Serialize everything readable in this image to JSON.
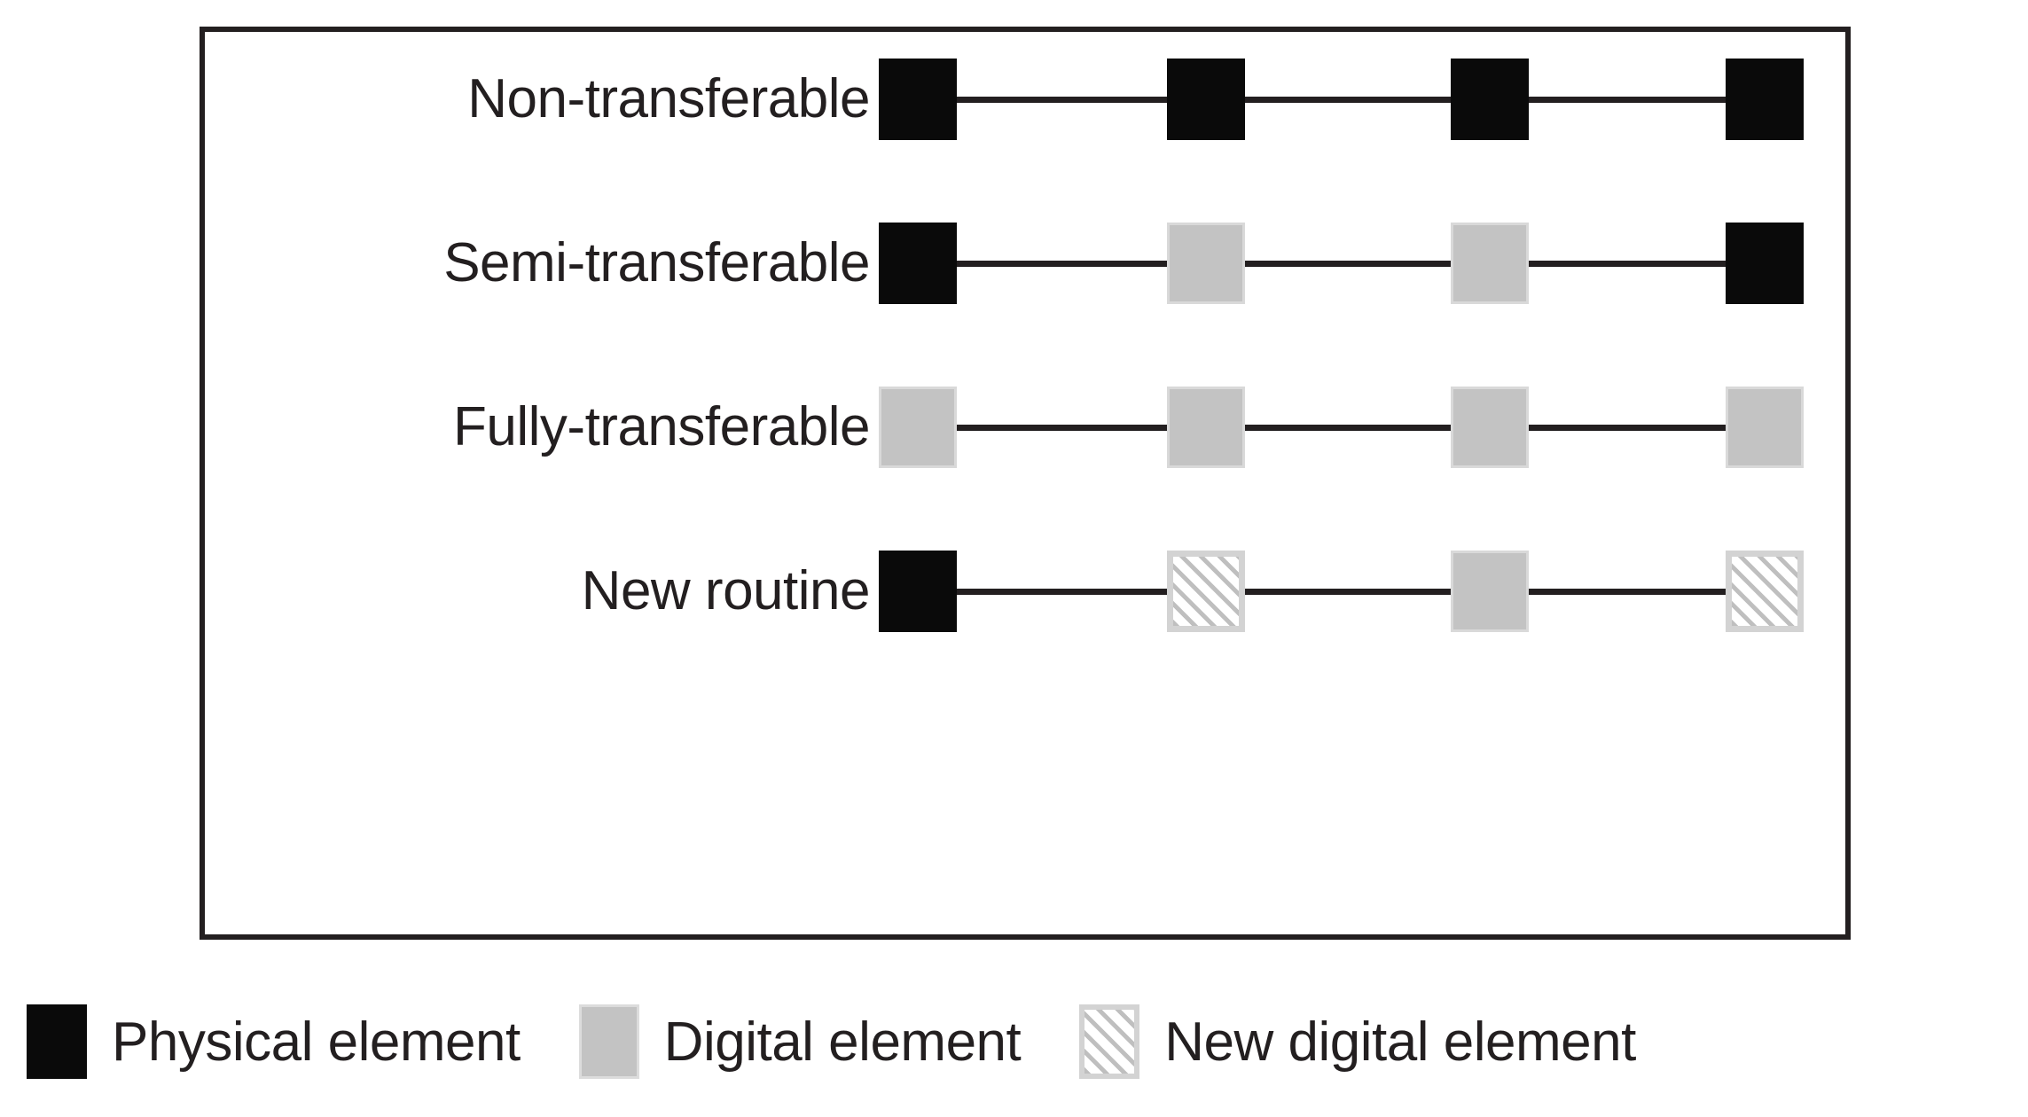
{
  "diagram": {
    "frame_color": "#231f20",
    "rows": [
      {
        "label": "Non-transferable",
        "nodes": [
          "physical",
          "physical",
          "physical",
          "physical"
        ]
      },
      {
        "label": "Semi-transferable",
        "nodes": [
          "physical",
          "digital",
          "digital",
          "physical"
        ]
      },
      {
        "label": "Fully-transferable",
        "nodes": [
          "digital",
          "digital",
          "digital",
          "digital"
        ]
      },
      {
        "label": "New routine",
        "nodes": [
          "physical",
          "new-digital",
          "digital",
          "new-digital"
        ]
      }
    ]
  },
  "legend": {
    "items": [
      {
        "swatch": "physical",
        "label": "Physical element",
        "color": "#0a0a0a"
      },
      {
        "swatch": "digital",
        "label": "Digital element",
        "color": "#c3c3c3"
      },
      {
        "swatch": "new-digital",
        "label": "New digital element",
        "color": "#bfbfbf"
      }
    ]
  }
}
